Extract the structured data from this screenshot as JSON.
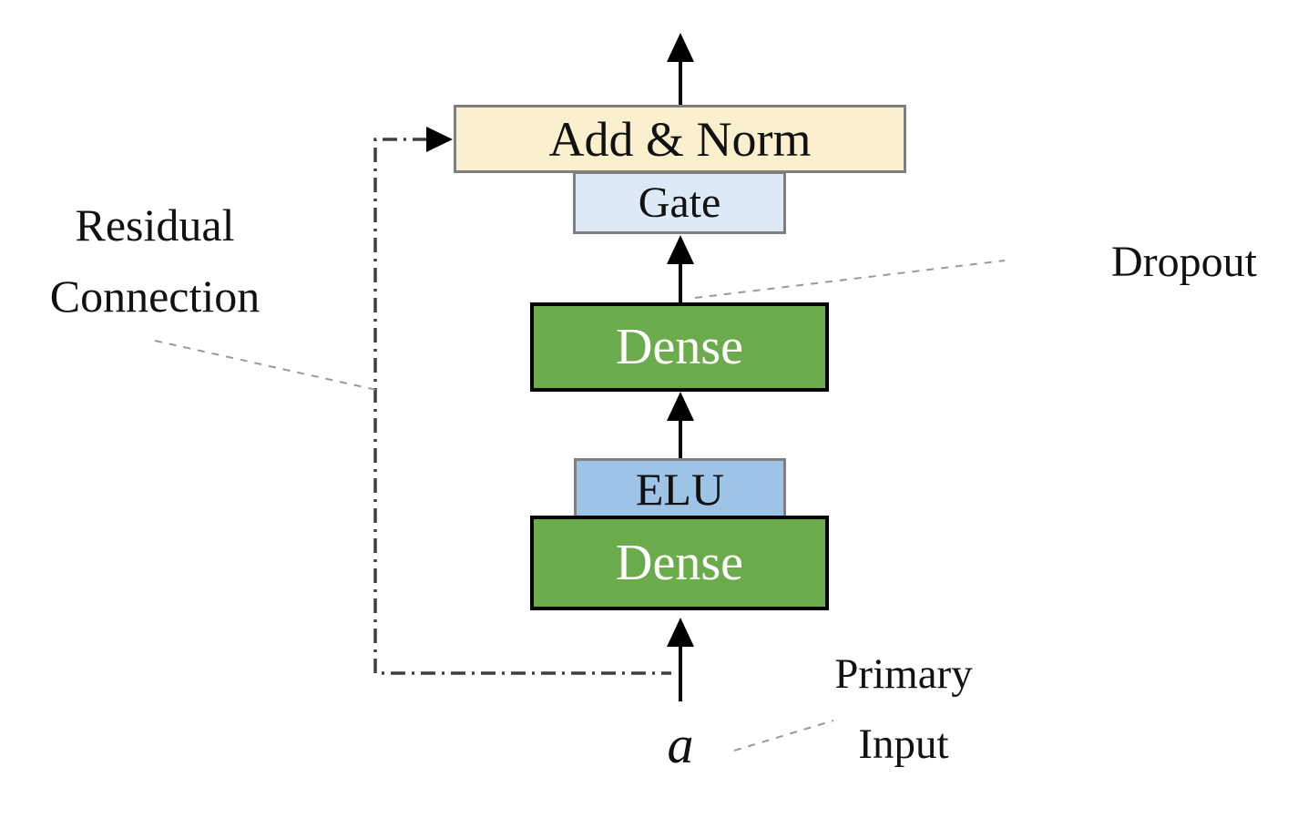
{
  "diagram": {
    "blocks": {
      "add_norm": {
        "label": "Add & Norm",
        "fill": "#FBF0CE",
        "border_color": "#7F7F7F",
        "text_color": "#111111"
      },
      "gate": {
        "label": "Gate",
        "fill": "#DEE9F7",
        "border_color": "#7F7F7F",
        "text_color": "#111111"
      },
      "dense_top": {
        "label": "Dense",
        "fill": "#6CAB4B",
        "border_color": "#000000",
        "text_color": "#FFFFFF"
      },
      "elu": {
        "label": "ELU",
        "fill": "#9DC3E6",
        "border_color": "#808080",
        "text_color": "#111111"
      },
      "dense_bottom": {
        "label": "Dense",
        "fill": "#6CAB4B",
        "border_color": "#000000",
        "text_color": "#FFFFFF"
      }
    },
    "annotations": {
      "residual_connection": {
        "line1": "Residual",
        "line2": "Connection"
      },
      "dropout": {
        "label": "Dropout"
      },
      "primary_input": {
        "line1": "Primary",
        "line2": "Input"
      },
      "input_symbol": {
        "label": "a"
      }
    },
    "colors": {
      "background": "#FFFFFF",
      "arrow": "#000000",
      "residual_line": "#3F3F3F",
      "leader_line": "#999999"
    }
  }
}
